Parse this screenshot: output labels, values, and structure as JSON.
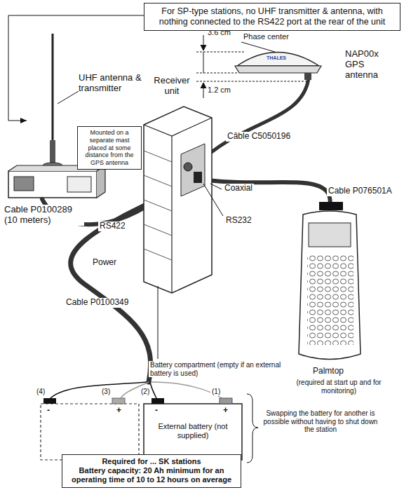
{
  "diagram": {
    "nodes": [
      {
        "text": [
          "For SP-type stations, no UHF transmitter & antenna, with nothing connected to the RS422 port at the rear of the unit"
        ]
      },
      {
        "text": [
          "Mounted on a separate mast placed at some distance from the GPS antenna"
        ]
      },
      {
        "text": [
          "External battery (not supplied)"
        ]
      },
      {
        "text": [
          "Required for ... SK stations",
          "Battery capacity: 20 Ah minimum for an operating time of 10 to 12 hours on average"
        ]
      }
    ],
    "labels": [
      "UHF antenna & transmitter",
      "Cable P0100289 (10 meters)",
      "RS422",
      "Receiver unit",
      "Coaxial",
      "Power",
      "RS232",
      "Cable P0100349",
      "Battery compartment (empty if an external battery is used)",
      "3.6 cm",
      "1.2 cm",
      "Phase center",
      "THALES",
      "NAP00x GPS antenna",
      "Câble C5050196",
      "Cable P076501A",
      "Palmtop",
      "(required at start up and for monitoring)",
      "(4)",
      "(3)",
      "(2)",
      "(1)",
      "-",
      "+",
      "-",
      "+",
      "Swapping the battery for another is possible without having to shut down the station"
    ]
  }
}
